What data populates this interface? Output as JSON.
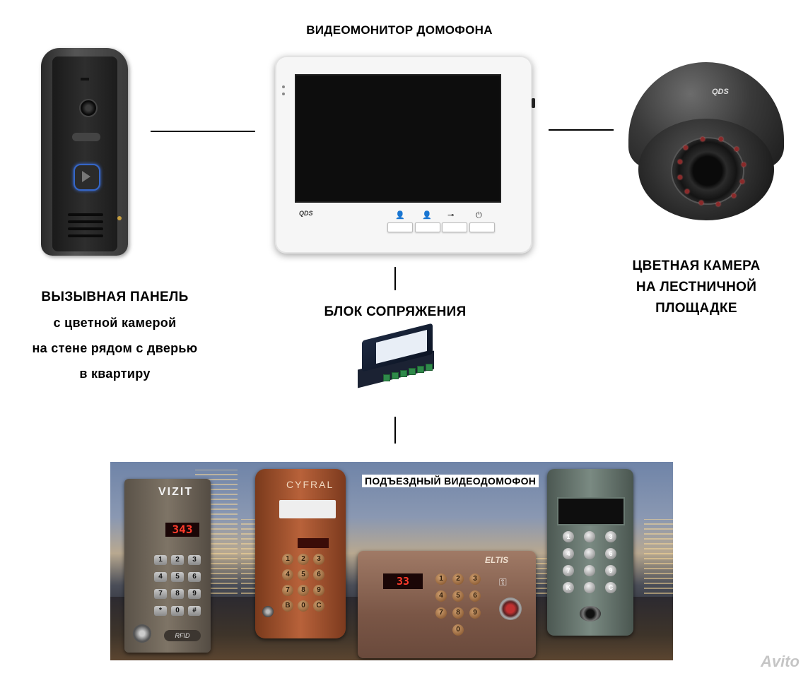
{
  "labels": {
    "monitor": "ВИДЕОМОНИТОР ДОМОФОНА",
    "call_panel": [
      "ВЫЗЫВНАЯ ПАНЕЛЬ",
      "с цветной камерой",
      "на стене рядом с дверью",
      "в квартиру"
    ],
    "camera": [
      "ЦВЕТНАЯ КАМЕРА",
      "НА ЛЕСТНИЧНОЙ",
      "ПЛОЩАДКЕ"
    ],
    "interface_block": "БЛОК СОПРЯЖЕНИЯ",
    "entrance_panel": "ПОДЪЕЗДНЫЙ ВИДЕОДОМОФОН"
  },
  "device_text": {
    "vizit_brand": "VIZIT",
    "vizit_display": "343",
    "vizit_rfid": "RFID",
    "vizit_keys": [
      "1",
      "2",
      "3",
      "4",
      "5",
      "6",
      "7",
      "8",
      "9",
      "*",
      "0",
      "#"
    ],
    "cyfral_brand": "CYFRAL",
    "cyfral_keys": [
      "1",
      "2",
      "3",
      "4",
      "5",
      "6",
      "7",
      "8",
      "9",
      "B",
      "0",
      "C"
    ],
    "eltis_brand": "ELTIS",
    "eltis_display": "33",
    "eltis_keys": [
      "1",
      "2",
      "3",
      "4",
      "5",
      "6",
      "7",
      "8",
      "9",
      "0"
    ],
    "right_panel_keys_left": [
      "1",
      "4",
      "7",
      "K"
    ],
    "right_panel_keys_right": [
      "3",
      "6",
      "9",
      "C"
    ],
    "monitor_logo": "QDS",
    "camera_logo": "QDS"
  },
  "watermark": "Avito"
}
